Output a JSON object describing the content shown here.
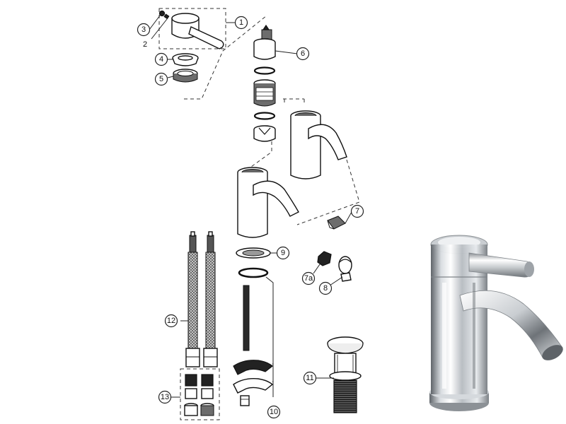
{
  "diagram": {
    "callouts": [
      {
        "id": "1",
        "label": "1"
      },
      {
        "id": "2",
        "label": "2"
      },
      {
        "id": "3",
        "label": "3"
      },
      {
        "id": "4",
        "label": "4"
      },
      {
        "id": "5",
        "label": "5"
      },
      {
        "id": "6",
        "label": "6"
      },
      {
        "id": "7",
        "label": "7"
      },
      {
        "id": "7a",
        "label": "7a"
      },
      {
        "id": "8",
        "label": "8"
      },
      {
        "id": "9",
        "label": "9"
      },
      {
        "id": "10",
        "label": "10"
      },
      {
        "id": "11",
        "label": "11"
      },
      {
        "id": "12",
        "label": "12"
      },
      {
        "id": "13",
        "label": "13"
      }
    ]
  },
  "colors": {
    "line": "#111111",
    "chrome_light": "#f4f6f8",
    "chrome_dark": "#6b7075",
    "background": "#ffffff"
  }
}
